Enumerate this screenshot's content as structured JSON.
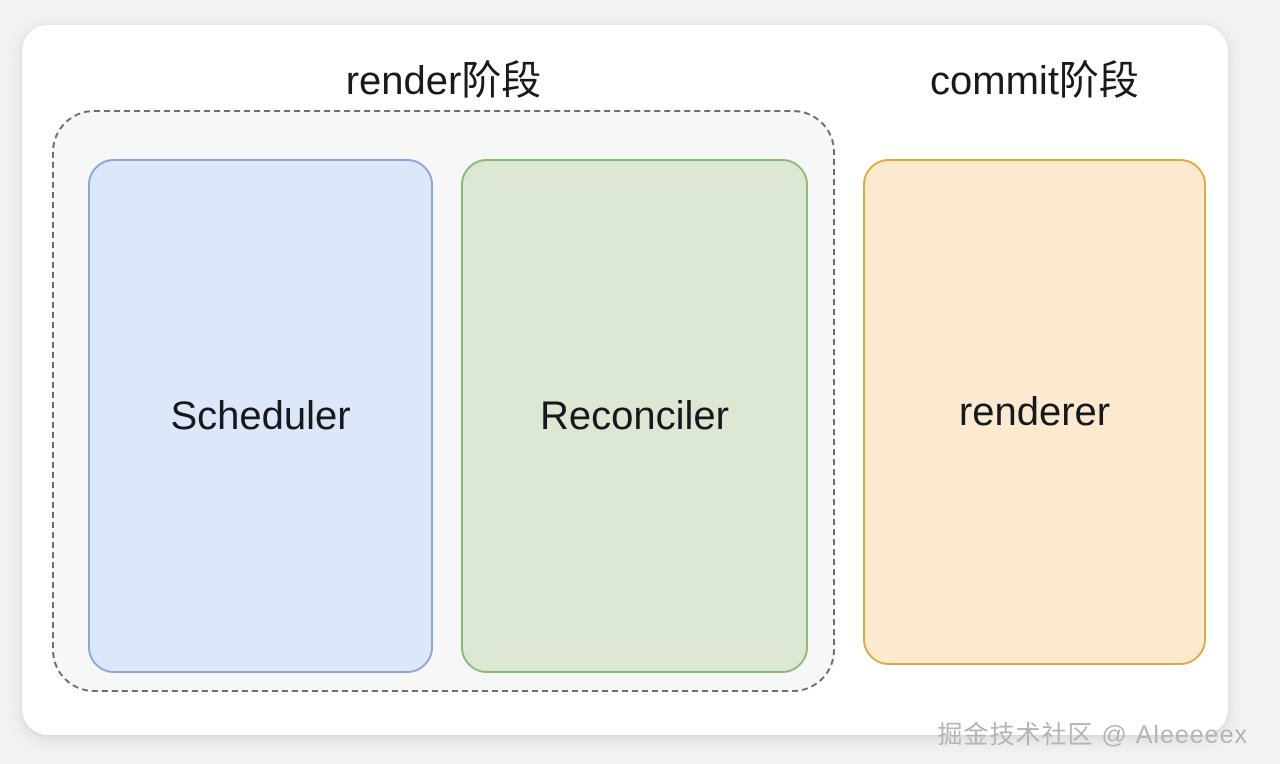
{
  "diagram": {
    "phases": [
      {
        "id": "render",
        "title": "render阶段"
      },
      {
        "id": "commit",
        "title": "commit阶段"
      }
    ],
    "boxes": [
      {
        "id": "scheduler",
        "label": "Scheduler",
        "phase": "render",
        "fill": "#dde7fa",
        "border": "#8da6d2",
        "inside_dashed_group": true
      },
      {
        "id": "reconciler",
        "label": "Reconciler",
        "phase": "render",
        "fill": "#dce8d3",
        "border": "#8bb978",
        "inside_dashed_group": true
      },
      {
        "id": "renderer",
        "label": "renderer",
        "phase": "commit",
        "fill": "#fbeacf",
        "border": "#dfab3e",
        "inside_dashed_group": false
      }
    ],
    "group": {
      "id": "render-phase-group",
      "style": "dashed",
      "fill": "#f7f7f7",
      "border": "#6d6d6d"
    },
    "card": {
      "background": "#ffffff"
    },
    "page": {
      "background": "#f2f2f2"
    }
  },
  "watermark": {
    "text": "掘金技术社区 @ Aleeeeex"
  }
}
